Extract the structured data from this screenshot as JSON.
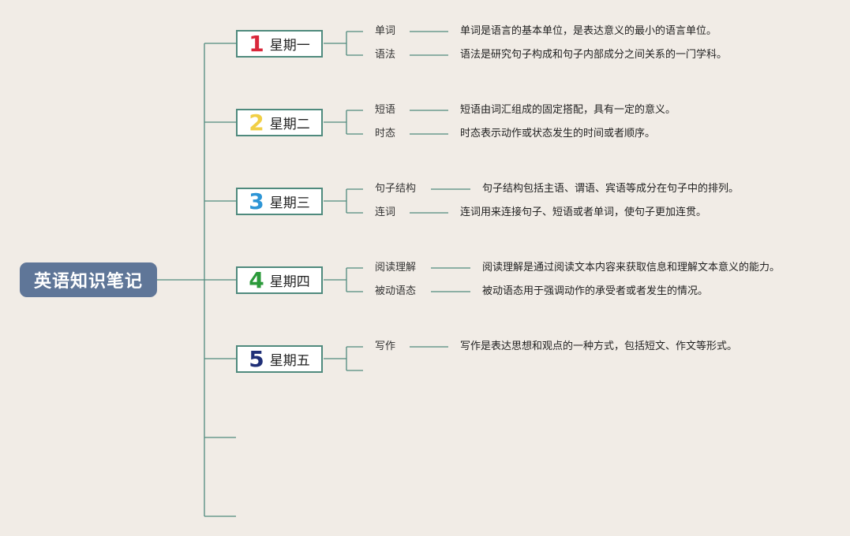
{
  "root": {
    "label": "英语知识笔记"
  },
  "days": [
    {
      "number": "1",
      "label": "星期一",
      "color": "#d9273a",
      "topics": [
        {
          "label": "单词",
          "desc": "单词是语言的基本单位，是表达意义的最小的语言单位。"
        },
        {
          "label": "语法",
          "desc": "语法是研究句子构成和句子内部成分之间关系的一门学科。"
        }
      ]
    },
    {
      "number": "2",
      "label": "星期二",
      "color": "#f1cf45",
      "topics": [
        {
          "label": "短语",
          "desc": "短语由词汇组成的固定搭配，具有一定的意义。"
        },
        {
          "label": "时态",
          "desc": "时态表示动作或状态发生的时间或者顺序。"
        }
      ]
    },
    {
      "number": "3",
      "label": "星期三",
      "color": "#2d95d6",
      "topics": [
        {
          "label": "句子结构",
          "desc": "句子结构包括主语、谓语、宾语等成分在句子中的排列。"
        },
        {
          "label": "连词",
          "desc": "连词用来连接句子、短语或者单词，使句子更加连贯。"
        }
      ]
    },
    {
      "number": "4",
      "label": "星期四",
      "color": "#2b9a3a",
      "topics": [
        {
          "label": "阅读理解",
          "desc": "阅读理解是通过阅读文本内容来获取信息和理解文本意义的能力。"
        },
        {
          "label": "被动语态",
          "desc": "被动语态用于强调动作的承受者或者发生的情况。"
        }
      ]
    },
    {
      "number": "5",
      "label": "星期五",
      "color": "#1f2f77",
      "topics": [
        {
          "label": "写作",
          "desc": "写作是表达思想和观点的一种方式，包括短文、作文等形式。"
        }
      ]
    }
  ],
  "colors": {
    "line": "#4f8a7d",
    "root_bg": "#5f7698",
    "background": "#f1ece6"
  }
}
